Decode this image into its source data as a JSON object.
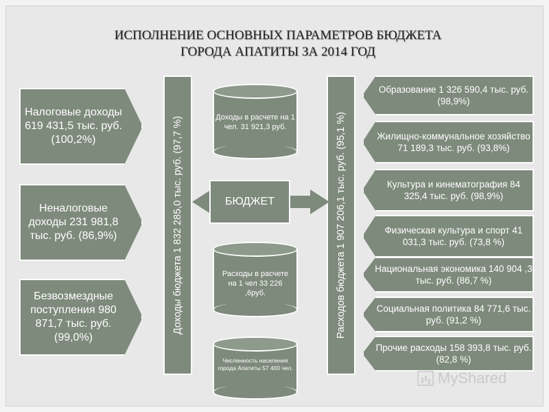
{
  "title": {
    "line1": "ИСПОЛНЕНИЕ ОСНОВНЫХ ПАРАМЕТРОВ БЮДЖЕТА",
    "line2": "ГОРОДА АПАТИТЫ ЗА 2014 ГОД"
  },
  "income": [
    {
      "text": "Налоговые доходы 619 431,5 тыс. руб. (100,2%)"
    },
    {
      "text": "Неналоговые доходы 231 981,8 тыс. руб. (86,9%)"
    },
    {
      "text": "Безвозмездные поступления 980 871,7 тыс. руб. (99,0%)"
    }
  ],
  "income_bar": "Доходы бюджета   1 832 285,0 тыс. руб. (97,7 %)",
  "expense_bar": "Расходов бюджета 1 907 206,1 тыс. руб. (95,1 %)",
  "center": {
    "label": "БЮДЖЕТ"
  },
  "cylinders": [
    {
      "text": "Доходы в расчете на 1 чел. 31 921,3 руб."
    },
    {
      "text": "Расходы в расчете на 1 чел 33 226 ,6руб."
    },
    {
      "text": "Численность населения города Апатиты 57 400 чел."
    }
  ],
  "expenses": [
    {
      "text": "Образование 1 326 590,4 тыс. руб. (98,9%)"
    },
    {
      "text": "Жилищно-коммунальное хозяйство 71 189,3 тыс. руб. (93,8%)"
    },
    {
      "text": "Культура и кинематография 84 325,4 тыс. руб. (98,9%)"
    },
    {
      "text": "Физическая культура и спорт 41 031,3 тыс. руб. (73,8 %)"
    },
    {
      "text": "Национальная экономика 140 904 ,3 тыс. руб. (86,7 %)"
    },
    {
      "text": "Социальная политика 84 771,6 тыс. руб. (91,2 %)"
    },
    {
      "text": "Прочие расходы 158 393,8 тыс. руб. (82,8 %)"
    }
  ],
  "watermark": {
    "text": "MyShared",
    "icon": "bar-chart-icon"
  },
  "colors": {
    "box": "#7e8a7c",
    "border": "#ffffff",
    "background": "#e8e8e8"
  }
}
